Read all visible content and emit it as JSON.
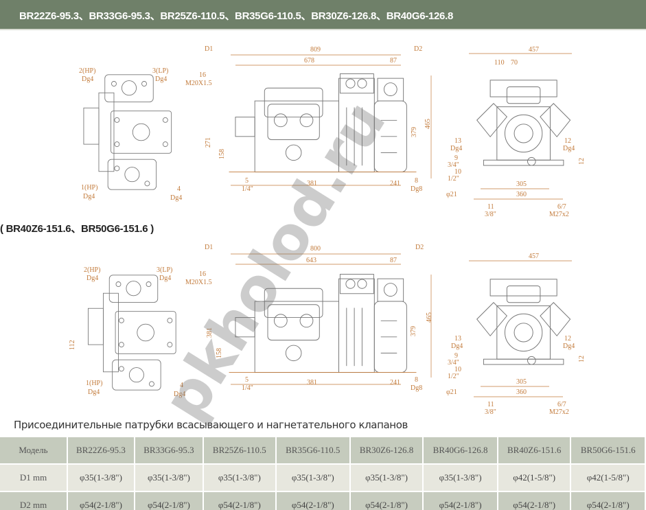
{
  "banner": {
    "title": "BR22Z6-95.3、BR33G6-95.3、BR25Z6-110.5、BR35G6-110.5、BR30Z6-126.8、BR40G6-126.8"
  },
  "section2": {
    "title": "( BR40Z6-151.6、BR50G6-151.6 )"
  },
  "watermark": "pkholod.ru",
  "drawing1": {
    "top": [
      "2(HP)",
      "Dg4",
      "3(LP)",
      "Dg4",
      "1(HP)",
      "Dg4",
      "4",
      "Dg4"
    ],
    "side": [
      "D1",
      "809",
      "D2",
      "678",
      "87",
      "16",
      "M20X1.5",
      "271",
      "158",
      "379",
      "465",
      "5",
      "1/4\"",
      "381",
      "241",
      "8",
      "Dg8"
    ],
    "front": [
      "457",
      "110",
      "70",
      "13",
      "Dg4",
      "12",
      "Dg4",
      "9",
      "3/4\"",
      "10",
      "1/2\"",
      "12",
      "305",
      "360",
      "φ21",
      "11",
      "3/8\"",
      "6/7",
      "M27x2"
    ]
  },
  "drawing2": {
    "top": [
      "2(HP)",
      "Dg4",
      "3(LP)",
      "Dg4",
      "112",
      "1(HP)",
      "Dg4",
      "4",
      "Dg4"
    ],
    "side": [
      "D1",
      "800",
      "D2",
      "643",
      "87",
      "16",
      "M20X1.5",
      "381",
      "158",
      "379",
      "465",
      "5",
      "1/4\"",
      "381",
      "241",
      "8",
      "Dg8"
    ],
    "front": [
      "457",
      "13",
      "Dg4",
      "12",
      "Dg4",
      "9",
      "3/4\"",
      "10",
      "1/2\"",
      "12",
      "305",
      "360",
      "φ21",
      "11",
      "3/8\"",
      "6/7",
      "M27x2"
    ]
  },
  "table": {
    "title": "Присоединительные патрубки всасывающего и нагнетательного клапанов",
    "header": [
      "Модель",
      "BR22Z6-95.3",
      "BR33G6-95.3",
      "BR25Z6-110.5",
      "BR35G6-110.5",
      "BR30Z6-126.8",
      "BR40G6-126.8",
      "BR40Z6-151.6",
      "BR50G6-151.6"
    ],
    "rows": [
      [
        "D1 mm",
        "φ35(1-3/8\")",
        "φ35(1-3/8\")",
        "φ35(1-3/8\")",
        "φ35(1-3/8\")",
        "φ35(1-3/8\")",
        "φ35(1-3/8\")",
        "φ42(1-5/8\")",
        "φ42(1-5/8\")"
      ],
      [
        "D2 mm",
        "φ54(2-1/8\")",
        "φ54(2-1/8\")",
        "φ54(2-1/8\")",
        "φ54(2-1/8\")",
        "φ54(2-1/8\")",
        "φ54(2-1/8\")",
        "φ54(2-1/8\")",
        "φ54(2-1/8\")"
      ]
    ]
  }
}
